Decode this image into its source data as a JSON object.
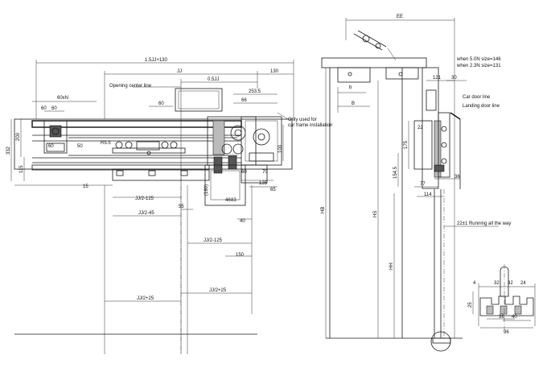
{
  "left_view": {
    "dims": {
      "top_overall": "1.5JJ+130",
      "jj": "JJ",
      "d130_top": "130",
      "half_jj": "0.5JJ",
      "opening_center_line": "Opening center line",
      "d60_a": "60",
      "d60_b": "60",
      "d60_c": "60",
      "d60xn": "60xN",
      "d253_5": "253.5",
      "d66": "66",
      "d200": "200",
      "d332": "332",
      "d115": "115",
      "d60_mid": "60",
      "d50": "50",
      "r5_5": "R5.5",
      "d60_r": "60",
      "d70": "70",
      "d135": "135",
      "d65": "65",
      "d15": "15",
      "jj2_125_a": "JJ/2-125",
      "jj2_45": "JJ/2-45",
      "d55": "55",
      "d180": "(180)",
      "d46": "46",
      "d83": "83",
      "d40": "40",
      "jj2_125_b": "JJ/2-125",
      "d150": "150",
      "jj2_25_a": "JJ/2+25",
      "jj2_25_b": "JJ/2+25",
      "d100": "100",
      "car_frame_note_1": "Only used for",
      "car_frame_note_2": "car frame installation"
    }
  },
  "right_view": {
    "dims": {
      "ee": "EE",
      "size_note_1": "when 5.0N size=146",
      "size_note_2": "when 2.3N size=131",
      "d121": "121",
      "d30": "30",
      "b_a": "b",
      "b_b": "B",
      "car_door_line": "Car door line",
      "landing_door_line": "Landing door line",
      "d175": "175",
      "d22": "22",
      "d154_5": "154.5",
      "d36": "36",
      "d77": "77",
      "d114": "114",
      "hb": "HB",
      "hs": "HS",
      "hh": "HH",
      "running_note": "22±1 Running all the way"
    }
  },
  "detail_view": {
    "dims": {
      "d4": "4",
      "d32_a": "32",
      "d32_b": "32",
      "d24": "24",
      "d25": "25",
      "d36": "36",
      "d40": "40",
      "d96": "96"
    }
  }
}
